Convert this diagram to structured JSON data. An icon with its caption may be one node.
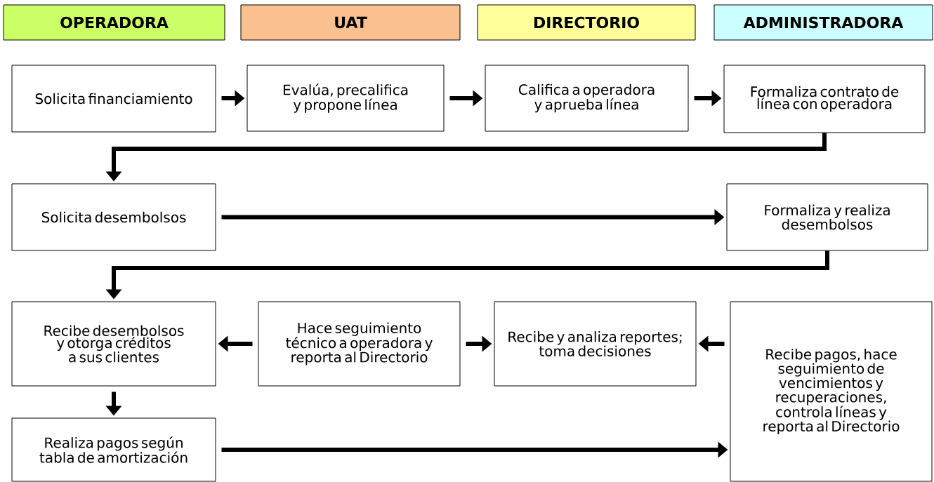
{
  "diagram": {
    "nodes": [
      {
        "text": [
          "OPERADORA"
        ]
      },
      {
        "text": [
          "UAT"
        ]
      },
      {
        "text": [
          "DIRECTORIO"
        ]
      },
      {
        "text": [
          "ADMINISTRADORA"
        ]
      },
      {
        "text": [
          "Solicita financiamiento"
        ]
      },
      {
        "text": [
          "Evalúa, precalifica y propone línea"
        ]
      },
      {
        "text": [
          "Califica a operadora y aprueba línea"
        ]
      },
      {
        "text": [
          "Formaliza contrato de línea con operadora"
        ]
      },
      {
        "text": [
          "Solicita desembolsos"
        ]
      },
      {
        "text": [
          "Formaliza y realiza desembolsos"
        ]
      },
      {
        "text": [
          "Recibe desembolsos y otorga créditos a sus clientes"
        ]
      },
      {
        "text": [
          "Hace seguimiento técnico a operadora y reporta al Directorio"
        ]
      },
      {
        "text": [
          "Recibe y analiza reportes; toma decisiones"
        ]
      },
      {
        "text": [
          "Recibe pagos, hace seguimiento de vencimientos y recuperaciones, controla líneas y reporta al Directorio"
        ]
      },
      {
        "text": [
          "Realiza pagos según tabla de amortización"
        ]
      }
    ],
    "edges": [
      {
        "from": 4,
        "to": 5,
        "arrow": "to"
      },
      {
        "from": 5,
        "to": 6,
        "arrow": "to"
      },
      {
        "from": 6,
        "to": 7,
        "arrow": "to"
      },
      {
        "from": 7,
        "to": 8,
        "arrow": "to"
      },
      {
        "from": 8,
        "to": 9,
        "arrow": "to"
      },
      {
        "from": 9,
        "to": 10,
        "arrow": "to"
      },
      {
        "from": 11,
        "to": 10,
        "arrow": "to"
      },
      {
        "from": 11,
        "to": 12,
        "arrow": "to"
      },
      {
        "from": 13,
        "to": 12,
        "arrow": "to"
      },
      {
        "from": 10,
        "to": 14,
        "arrow": "to"
      },
      {
        "from": 14,
        "to": 13,
        "arrow": "to"
      }
    ]
  }
}
